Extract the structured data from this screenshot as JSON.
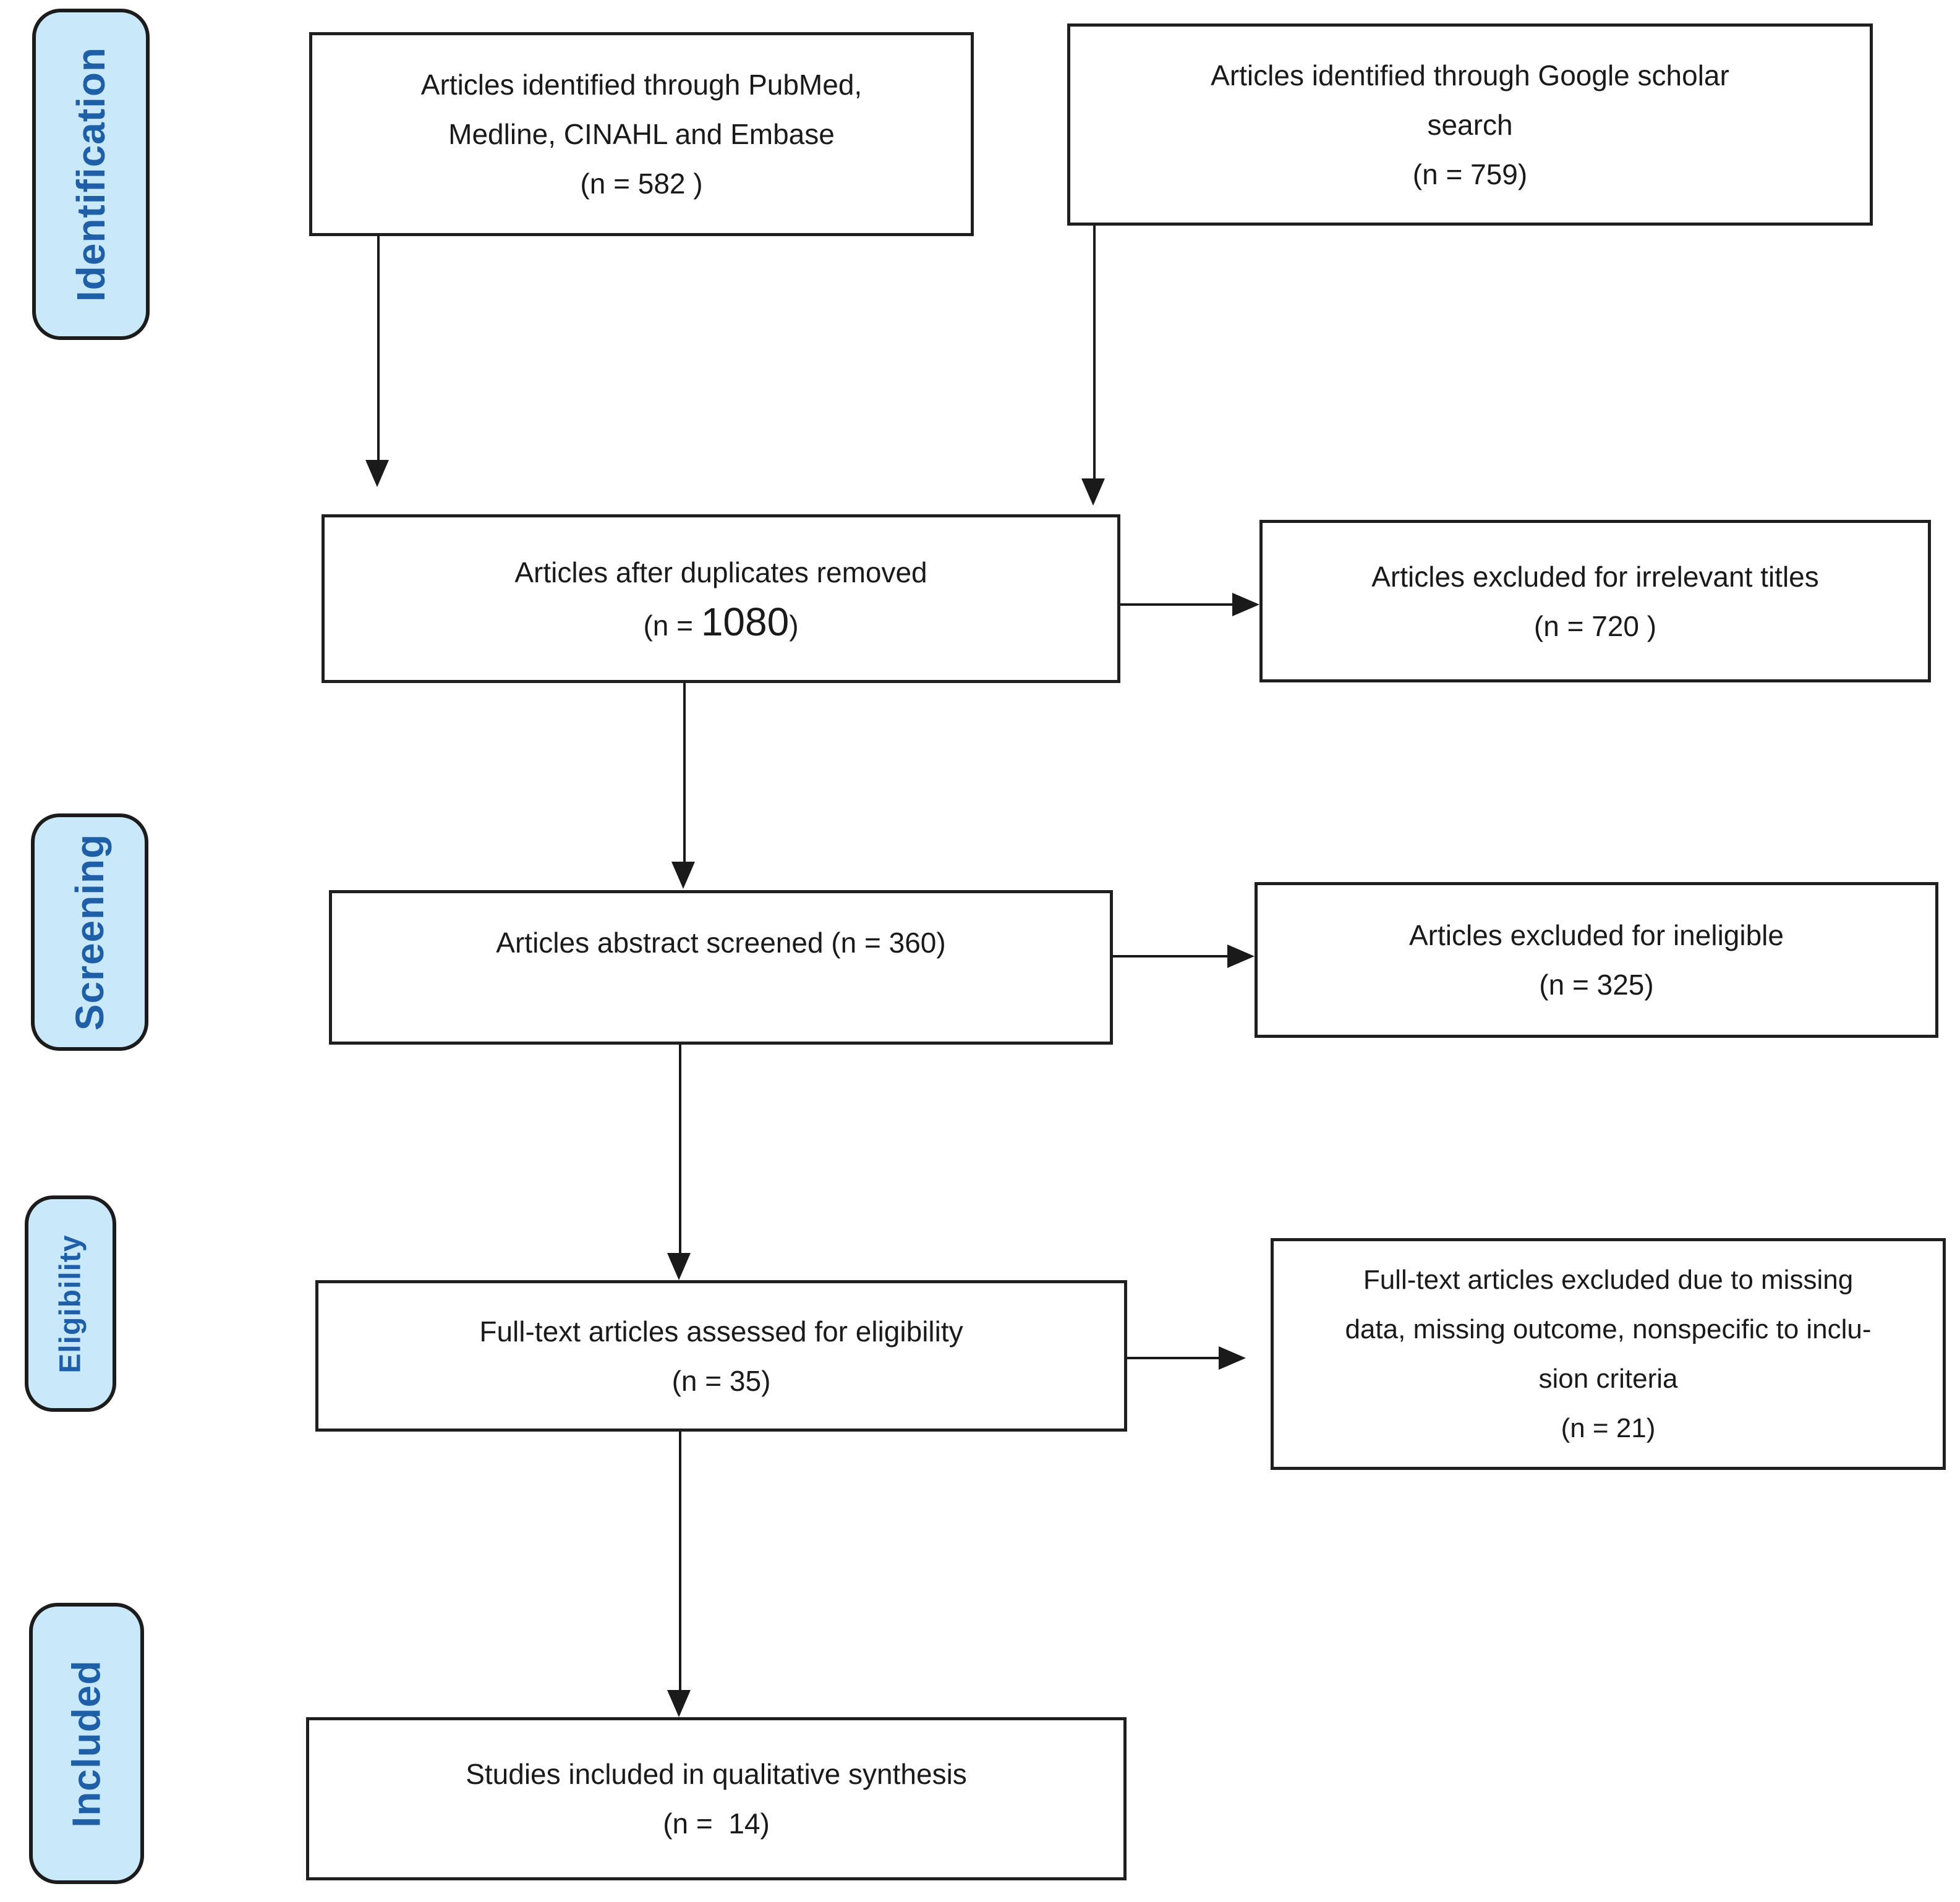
{
  "stages": {
    "identification": "Identification",
    "screening": "Screening",
    "eligibility": "Eligibility",
    "included": "Included"
  },
  "boxes": {
    "pubmed": {
      "lines": [
        "Articles identified through PubMed,",
        "Medline, CINAHL and Embase",
        "(n = 582 )"
      ]
    },
    "google": {
      "lines": [
        "Articles identified through Google scholar",
        "search",
        "(n = 759)"
      ]
    },
    "duplicates": {
      "lines": [
        "Articles after duplicates removed"
      ],
      "count_prefix": "(n = ",
      "count_value": "1080",
      "count_suffix": ")"
    },
    "irrelevant": {
      "lines": [
        "Articles excluded for irrelevant titles",
        "(n = 720 )"
      ]
    },
    "abstract": {
      "lines": [
        "Articles abstract screened (n = 360)"
      ]
    },
    "ineligible": {
      "lines": [
        "Articles excluded for ineligible",
        "(n = 325)"
      ]
    },
    "fulltext": {
      "lines": [
        "Full-text articles assessed for eligibility",
        "(n = 35)"
      ]
    },
    "fulltext_excluded": {
      "lines": [
        "Full-text articles excluded due to missing",
        "data, missing outcome, nonspecific to inclu-",
        "sion criteria",
        "(n = 21)"
      ]
    },
    "included": {
      "lines": [
        "Studies included in qualitative synthesis",
        "(n =  14)"
      ]
    }
  },
  "colors": {
    "stage_fill": "#c9e8fa",
    "stage_text": "#1f5fa8",
    "stage_border": "#1c1c1c",
    "box_fill": "#ffffff",
    "box_border": "#1f1f1f",
    "body_text": "#1a1a1a",
    "arrow": "#1a1a1a",
    "background": "#ffffff"
  }
}
